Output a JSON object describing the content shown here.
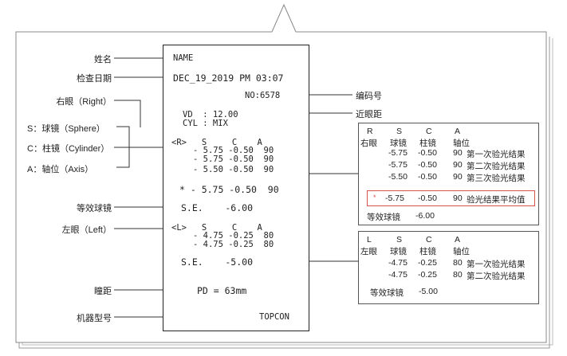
{
  "labels_left": {
    "name": "姓名",
    "check_date": "检查日期",
    "right_eye": "右眼（Right）",
    "sphere": "S：球镜（Sphere）",
    "cylinder": "C：柱镜（Cylinder）",
    "axis": "A：轴位（Axis）",
    "spherical_equivalent": "等效球镜",
    "left_eye": "左眼（Left）",
    "pupil_distance": "瞳距",
    "machine_model": "机器型号"
  },
  "labels_right": {
    "serial_no": "编码号",
    "near_distance": "近眼距"
  },
  "receipt": {
    "name": "NAME",
    "date": "DEC_19_2019 PM 03:07",
    "no": "NO:6578",
    "vd": "VD  : 12.00",
    "cyl": "CYL : MIX",
    "r_header": "<R>   S     C    A",
    "r_row1": "- 5.75 -0.50  90",
    "r_row2": "- 5.75 -0.50  90",
    "r_row3": "- 5.50 -0.50  90",
    "r_avg": "* - 5.75 -0.50  90",
    "r_se": "S.E.    -6.00",
    "l_header": "<L>   S     C    A",
    "l_row1": "- 4.75 -0.25  80",
    "l_row2": "- 4.75 -0.25  80",
    "l_se": "S.E.    -5.00",
    "pd": "PD = 63mm",
    "brand": "TOPCON"
  },
  "right_table": {
    "h_eye": "R",
    "h_s": "S",
    "h_c": "C",
    "h_a": "A",
    "eye_label": "右眼",
    "s_label": "球镜",
    "c_label": "柱镜",
    "a_label": "轴位",
    "rows": [
      {
        "s": "-5.75",
        "c": "-0.50",
        "a": "90",
        "note": "第一次验光结果"
      },
      {
        "s": "-5.75",
        "c": "-0.50",
        "a": "90",
        "note": "第二次验光结果"
      },
      {
        "s": "-5.50",
        "c": "-0.50",
        "a": "90",
        "note": "第三次验光结果"
      }
    ],
    "avg": {
      "mark": "*",
      "s": "-5.75",
      "c": "-0.50",
      "a": "90",
      "note": "验光结果平均值"
    },
    "se_label": "等效球镜",
    "se_value": "-6.00"
  },
  "left_table": {
    "h_eye": "L",
    "h_s": "S",
    "h_c": "C",
    "h_a": "A",
    "eye_label": "左眼",
    "s_label": "球镜",
    "c_label": "柱镜",
    "a_label": "轴位",
    "rows": [
      {
        "s": "-4.75",
        "c": "-0.25",
        "a": "80",
        "note": "第一次验光结果"
      },
      {
        "s": "-4.75",
        "c": "-0.25",
        "a": "80",
        "note": "第二次验光结果"
      }
    ],
    "se_label": "等效球镜",
    "se_value": "-5.00"
  }
}
